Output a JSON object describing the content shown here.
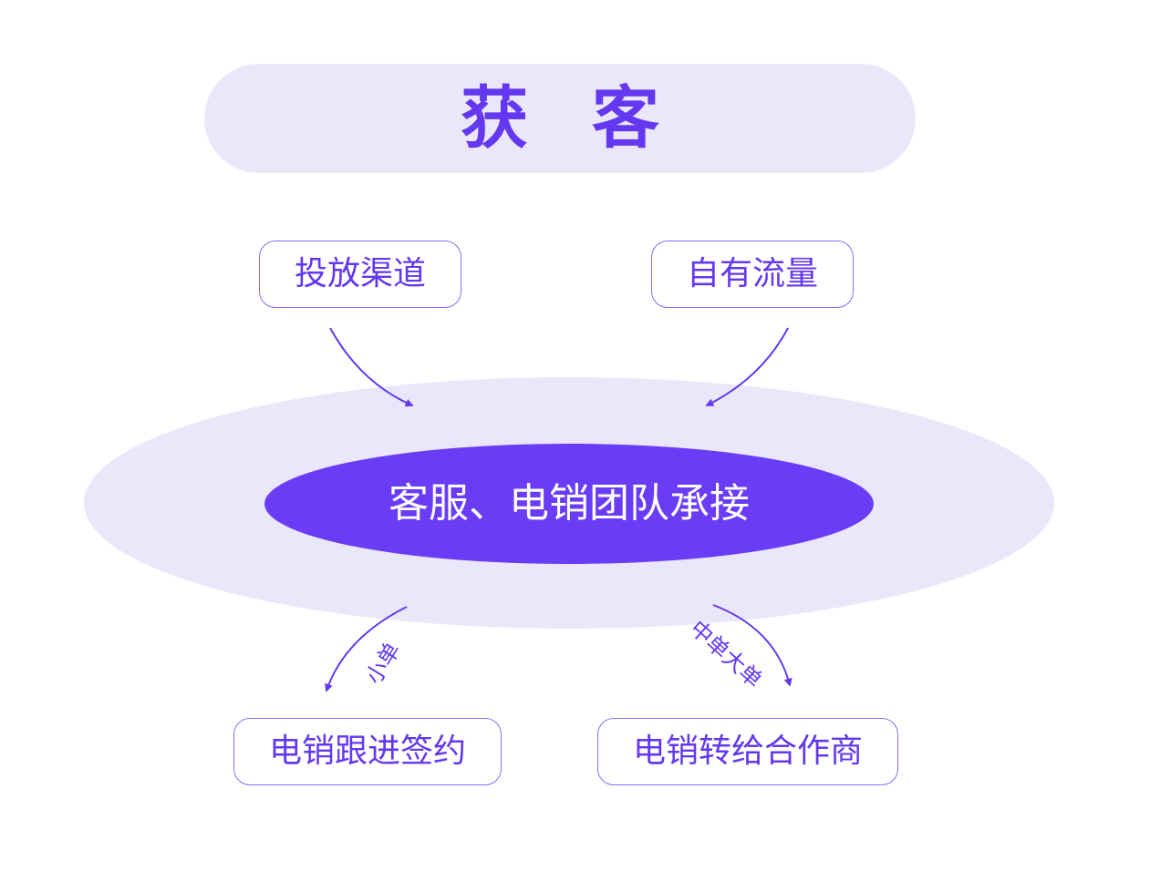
{
  "title": "获 客",
  "sources": [
    {
      "label": "投放渠道"
    },
    {
      "label": "自有流量"
    }
  ],
  "center": {
    "label": "客服、电销团队承接"
  },
  "outcomes": [
    {
      "label": "电销跟进签约",
      "edge_label": "小单"
    },
    {
      "label": "电销转给合作商",
      "edge_label": "中单大单"
    }
  ],
  "colors": {
    "accent": "#6438ef",
    "light_fill": "#ebe7fb",
    "center_fill": "#6a3cf6",
    "border": "#8b6cf5"
  }
}
